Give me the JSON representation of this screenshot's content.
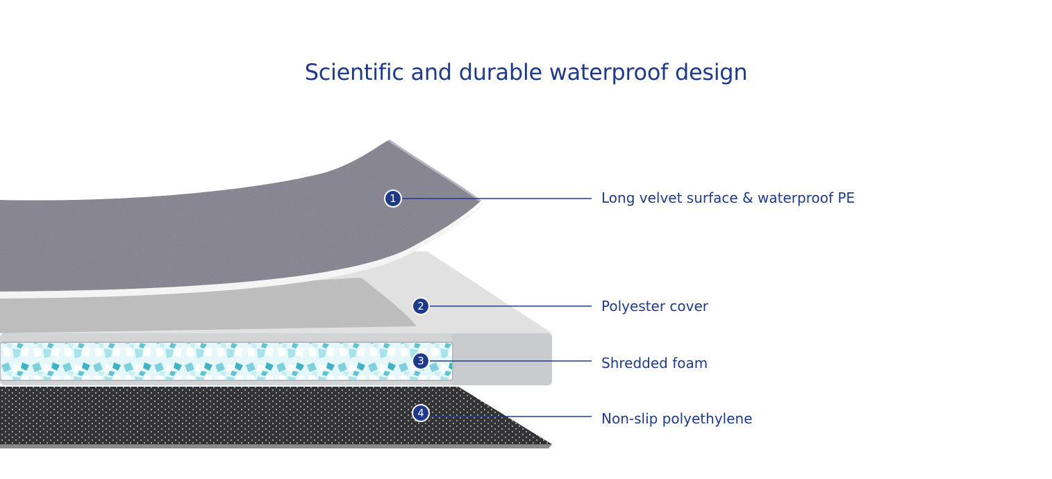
{
  "title": "Scientific and durable waterproof design",
  "colors": {
    "accent": "#1f3a8a",
    "velvet": "#8e8c97",
    "cover": "#dcdcdc",
    "foam": "#7fcfd9",
    "base": "#3a3a3a"
  },
  "layers": [
    {
      "number": "1",
      "label": "Long velvet surface & waterproof PE"
    },
    {
      "number": "2",
      "label": "Polyester cover"
    },
    {
      "number": "3",
      "label": "Shredded foam"
    },
    {
      "number": "4",
      "label": "Non-slip polyethylene"
    }
  ]
}
